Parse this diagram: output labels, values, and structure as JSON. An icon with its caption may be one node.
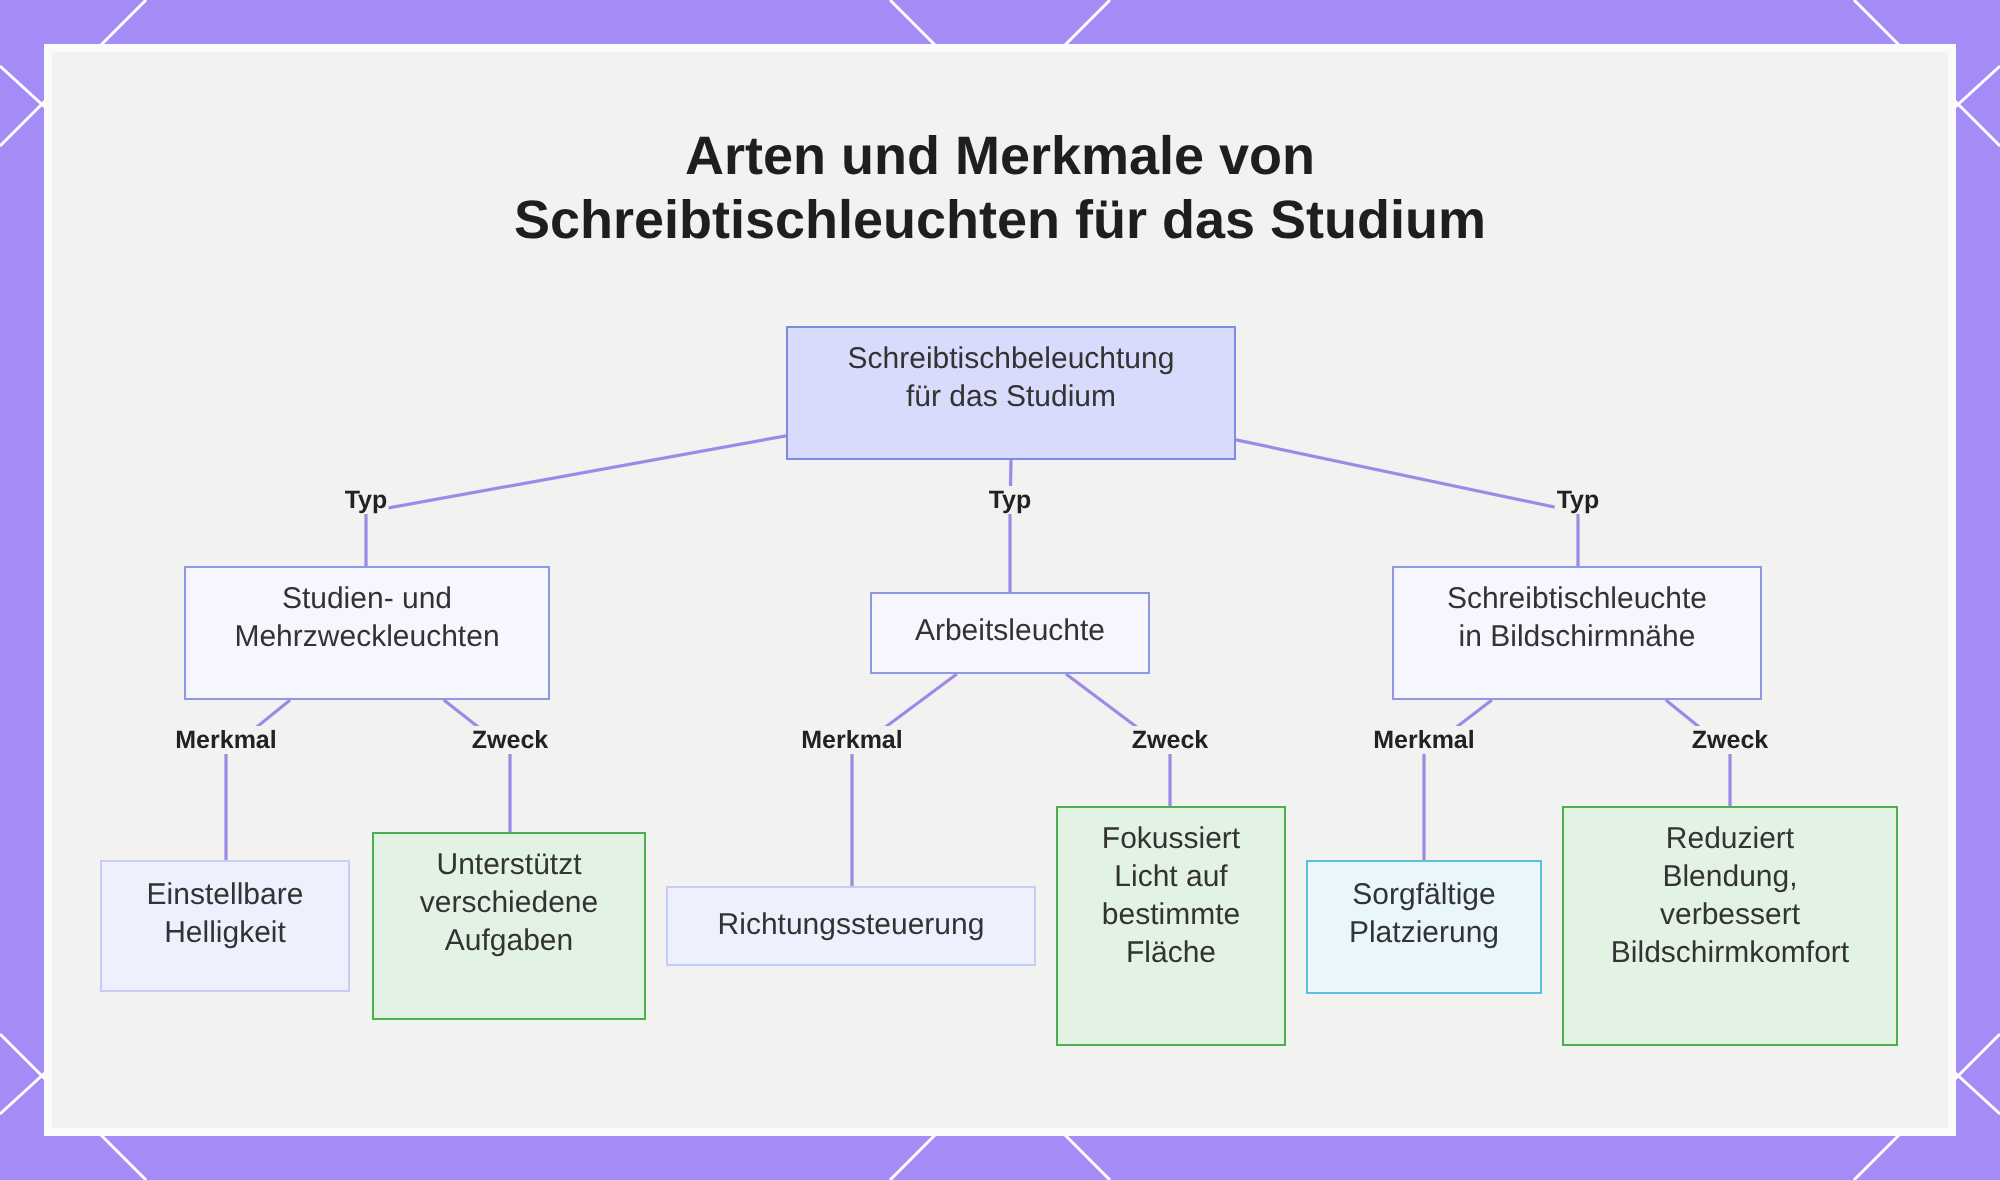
{
  "diagram": {
    "title": "Arten und Merkmale von Schreibtischleuchten für das Studium",
    "nodes": [
      {
        "text": [
          "Schreibtischbeleuchtung für das Studium"
        ]
      },
      {
        "text": [
          "Studien- und Mehrzweckleuchten"
        ]
      },
      {
        "text": [
          "Arbeitsleuchte"
        ]
      },
      {
        "text": [
          "Schreibtischleuchte in Bildschirmnähe"
        ]
      },
      {
        "text": [
          "Einstellbare Helligkeit"
        ]
      },
      {
        "text": [
          "Unterstützt verschiedene Aufgaben"
        ]
      },
      {
        "text": [
          "Richtungssteuerung"
        ]
      },
      {
        "text": [
          "Fokussiert Licht auf bestimmte Fläche"
        ]
      },
      {
        "text": [
          "Sorgfältige Platzierung"
        ]
      },
      {
        "text": [
          "Reduziert Blendung, verbessert Bildschirmkomfort"
        ]
      }
    ],
    "edges": [
      {
        "from": 0,
        "to": 1,
        "arrow": "none",
        "label": "Typ"
      },
      {
        "from": 0,
        "to": 2,
        "arrow": "none",
        "label": "Typ"
      },
      {
        "from": 0,
        "to": 3,
        "arrow": "none",
        "label": "Typ"
      },
      {
        "from": 1,
        "to": 4,
        "arrow": "none",
        "label": "Merkmal"
      },
      {
        "from": 1,
        "to": 5,
        "arrow": "none",
        "label": "Zweck"
      },
      {
        "from": 2,
        "to": 6,
        "arrow": "none",
        "label": "Merkmal"
      },
      {
        "from": 2,
        "to": 7,
        "arrow": "none",
        "label": "Zweck"
      },
      {
        "from": 3,
        "to": 8,
        "arrow": "none",
        "label": "Merkmal"
      },
      {
        "from": 3,
        "to": 9,
        "arrow": "none",
        "label": "Zweck"
      }
    ]
  }
}
